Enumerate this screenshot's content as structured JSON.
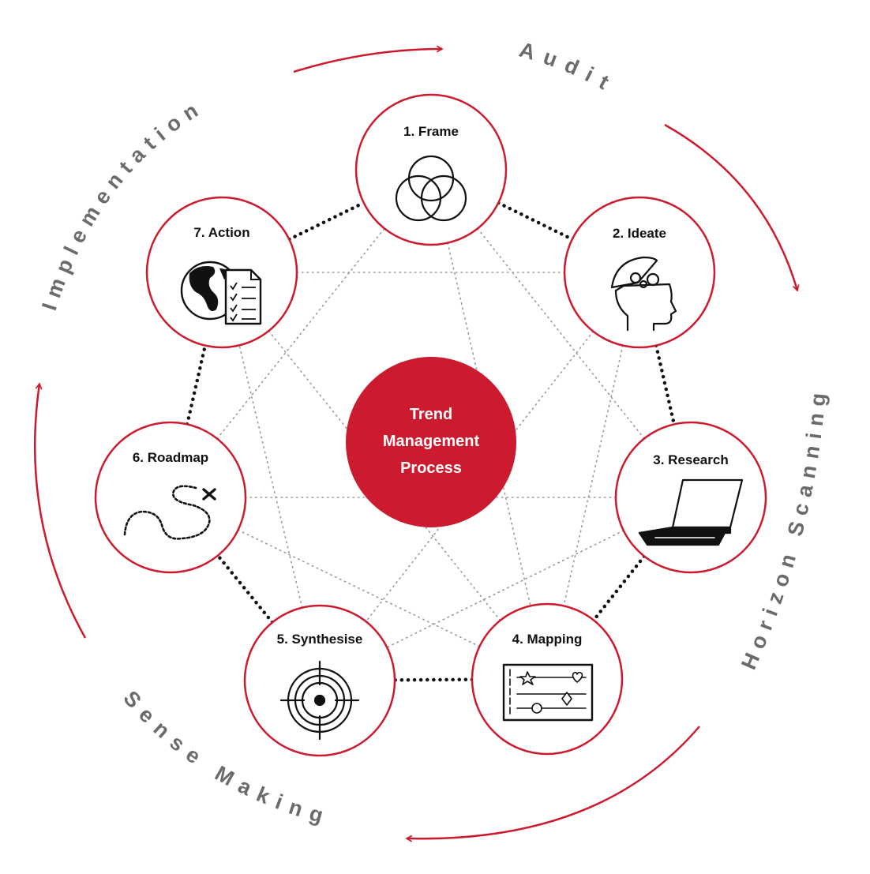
{
  "colors": {
    "accent": "#cc1b2e",
    "stage_text": "#6b6b6b",
    "node_border": "#cc1b2e"
  },
  "center": {
    "line1": "Trend",
    "line2": "Management",
    "line3": "Process"
  },
  "stages": {
    "audit": "Audit",
    "horizon": "Horizon Scanning",
    "sense": "Sense Making",
    "implementation": "Implementation"
  },
  "nodes": [
    {
      "label": "1. Frame",
      "icon": "venn-icon"
    },
    {
      "label": "2. Ideate",
      "icon": "head-gears-icon"
    },
    {
      "label": "3. Research",
      "icon": "laptop-icon"
    },
    {
      "label": "4. Mapping",
      "icon": "map-board-icon"
    },
    {
      "label": "5. Synthesise",
      "icon": "target-icon"
    },
    {
      "label": "6. Roadmap",
      "icon": "route-icon"
    },
    {
      "label": "7. Action",
      "icon": "globe-checklist-icon"
    }
  ]
}
